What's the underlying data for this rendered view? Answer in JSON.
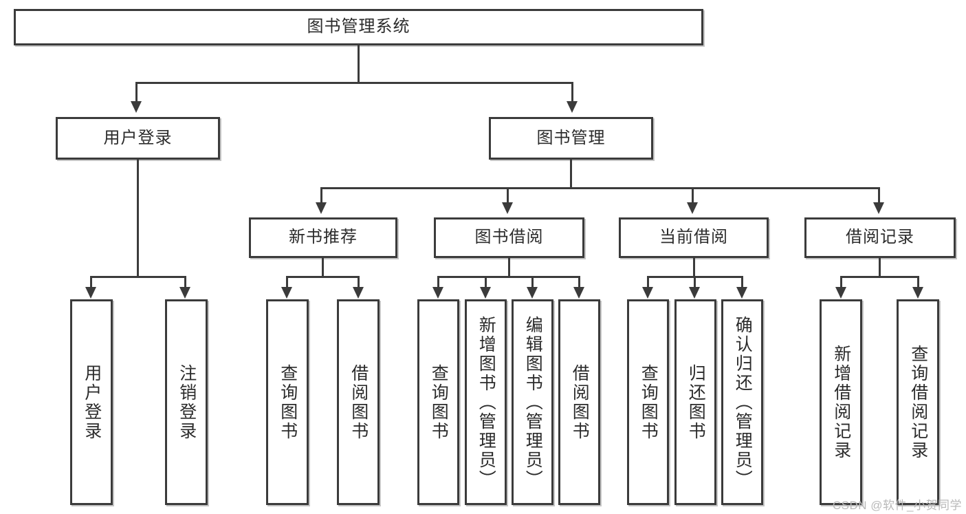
{
  "diagram": {
    "type": "tree-hierarchy-chart",
    "title": "图书管理系统",
    "watermark": "CSDN @软件_小贺同学",
    "colors": {
      "box_border": "#3b3b3b",
      "box_fill": "#ffffff",
      "text": "#2b2b2b",
      "connector": "#3b3b3b",
      "watermark": "#b9b9b9",
      "background": "#ffffff"
    },
    "root": {
      "label": "图书管理系统"
    },
    "level2": [
      {
        "label": "用户登录"
      },
      {
        "label": "图书管理"
      }
    ],
    "level3": [
      {
        "label": "新书推荐"
      },
      {
        "label": "图书借阅"
      },
      {
        "label": "当前借阅"
      },
      {
        "label": "借阅记录"
      }
    ],
    "leaves": {
      "user_login": [
        {
          "label": "用户登录"
        },
        {
          "label": "注销登录"
        }
      ],
      "new_book_recommend": [
        {
          "label": "查询图书"
        },
        {
          "label": "借阅图书"
        }
      ],
      "book_borrow": [
        {
          "label": "查询图书"
        },
        {
          "label": "新增图书（管理员）"
        },
        {
          "label": "编辑图书（管理员）"
        },
        {
          "label": "借阅图书"
        }
      ],
      "current_borrow": [
        {
          "label": "查询图书"
        },
        {
          "label": "归还图书"
        },
        {
          "label": "确认归还（管理员）"
        }
      ],
      "borrow_record": [
        {
          "label": "新增借阅记录"
        },
        {
          "label": "查询借阅记录"
        }
      ]
    }
  }
}
